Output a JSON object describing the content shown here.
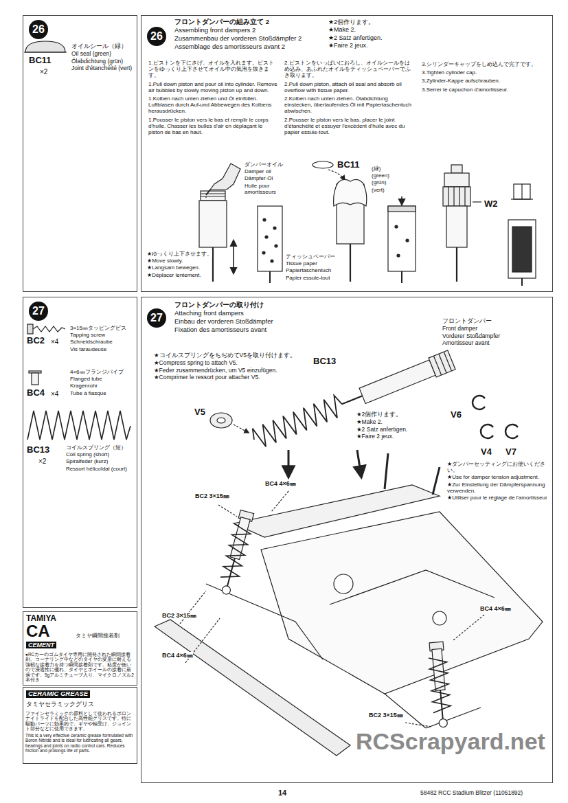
{
  "diagram": {
    "nodes": [
      {
        "text": [
          "26",
          "BC11",
          "×2",
          "オイルシール（緑）",
          "Oil seal (green)",
          "Ölabdichtung (grün)",
          "Joint d'étanchéité (vert)"
        ]
      },
      {
        "text": [
          "26",
          "フロントダンパーの組み立て 2",
          "Assembling front dampers 2",
          "Zusammenbau der vorderen Stoßdämpfer 2",
          "Assemblage des amortisseurs avant 2",
          "★2個作ります。",
          "★Make 2.",
          "★2 Satz anfertigen.",
          "★Faire 2 jeux.",
          "1.ピストンを下にさげ、オイルを入れます。ピストンをゆっくり上下させてオイル中の気泡を抜きます。",
          "1.Pull down piston and pour oil into cylinder. Remove air bubbles by slowly moving piston up and down.",
          "1.Kolben nach unten ziehen und Öl einfüllen. Luftblasen durch Auf-und Abbewegen des Kolbens herausdrücken.",
          "1.Pousser le piston vers le bas et remplir le corps d'huile. Chasser les bulles d'air en déplaçant le piston de bas en haut.",
          "2.ピストンをいっぱいにおろし、オイルシールをはめ込み、あふれたオイルをティッシュペーパーでふき取ります。",
          "2.Pull down piston, attach oil seal and absorb oil overflow with tissue paper.",
          "2.Kolben nach unten ziehen. Ölabdichtung einstecken, überlaufendes Öl mit Papiertaschentuch abwischen.",
          "2.Pousser le piston vers le bas, placer le joint d'étanchéité et essuyer l'excédent d'huile avec du papier essuie-tout.",
          "3.シリンダーキャップをしめ込んで完了です。",
          "3.Tighten cylinder cap.",
          "3.Zylinder-Kappe aufschrauben.",
          "3.Serrer le capuchon d'amortisseur.",
          "ダンパーオイル",
          "Damper oil",
          "Dämpfer-Öl",
          "Huile pour amortisseurs",
          "BC11",
          "(緑)",
          "(green)",
          "(grün)",
          "(vert)",
          "W2",
          "★ゆっくり上下させます。",
          "★Move slowly.",
          "★Langsam bewegen.",
          "★Déplacer lentement.",
          "ティッシュペーパー",
          "Tissue paper",
          "Papiertaschentuch",
          "Papier essuie-tout"
        ]
      },
      {
        "text": [
          "27",
          "BC2",
          "×4",
          "3×15㎜タッピングビス",
          "Tapping screw",
          "Schneidschraube",
          "Vis taraudeuse",
          "BC4",
          "×4",
          "4×6㎜フランジパイプ",
          "Flanged tube",
          "Kragenrohr",
          "Tube à flasque",
          "BC13",
          "×2",
          "コイルスプリング（短）",
          "Coil spring (short)",
          "Spiralfeder (kurz)",
          "Ressort hélicoïdal (court)"
        ]
      },
      {
        "text": [
          "27",
          "フロントダンパーの取り付け",
          "Attaching front dampers",
          "Einbau der vorderen Stoßdämpfer",
          "Fixation des amortisseurs avant",
          "★コイルスプリングをちぢめてV5を取り付けます。",
          "★Compress spring to attach V5.",
          "★Feder zusammendrücken, um V5 einzufügen.",
          "★Comprimer le ressort pour attacher V5.",
          "BC13",
          "フロントダンパー",
          "Front damper",
          "Vorderer Stoßdämpfer",
          "Amortisseur avant",
          "V5",
          "★2個作ります。",
          "★Make 2.",
          "★2 Satz anfertigen.",
          "★Faire 2 jeux.",
          "V6",
          "V4",
          "V7",
          "★ダンパーセッティングにお使いください。",
          "★Use for damper tension adjustment.",
          "★Zur Einstellung der Dämpferspannung verwenden.",
          "★Utiliser pour le réglage de l'amortisseur",
          "BC4 4×6㎜",
          "BC2 3×15㎜",
          "BC2 3×15㎜",
          "BC4 4×6㎜",
          "BC4 4×6㎜",
          "BC2 3×15㎜"
        ]
      },
      {
        "text": [
          "TAMIYA",
          "CA",
          "CEMENT",
          "タミヤ瞬間接着剤",
          "●RCカーのゴムタイヤ専用に開発された瞬間接着剤。コーナリング中などのタイヤの変形に耐える強靭な接着力を持つ瞬間接着剤です。粘度が低いので浸透性に優れ、タイヤとホイールの接着に最適です。5gアルミチューブ入り、マイクロノズル2本付き"
        ]
      },
      {
        "text": [
          "CERAMIC GREASE",
          "タミヤセラミックグリス",
          "ファインセラミックの原料として使われるボロンナイトライドを配合した高性能グリスです。特に駆動パーツに効果的で、ギヤや軸受け、ジョイント部分などに使用できます。",
          "This is a very effective ceramic grease formulated with Boron Nitride and is ideal for lubricating all gears, bearings and joints on radio control cars. Reduces friction and prolongs life of parts."
        ]
      }
    ],
    "labels": [
      "14",
      "58482 RCC Stadium Blitzer (11051892)",
      "RCScrapyard.net"
    ]
  }
}
